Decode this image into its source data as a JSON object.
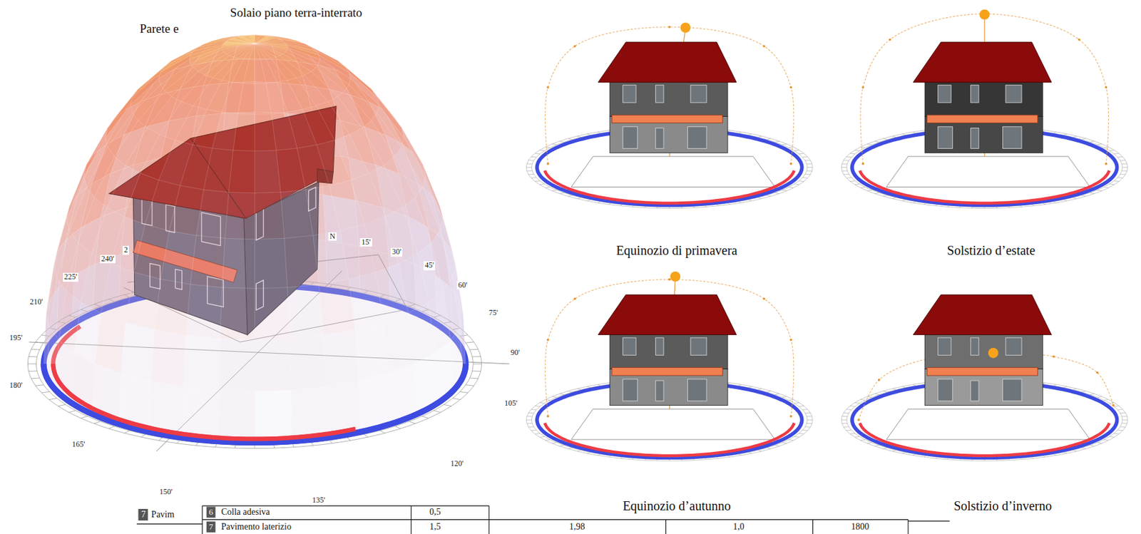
{
  "diagram": {
    "labels": [
      "Solaio piano terra-interrato",
      "Parete e",
      "N",
      "15'",
      "30'",
      "45'",
      "60'",
      "75'",
      "90'",
      "105'",
      "120'",
      "135'",
      "150'",
      "165'",
      "180'",
      "195'",
      "210'",
      "225'",
      "240'",
      "2",
      "Equinozio di primavera",
      "Solstizio d’estate",
      "Equinozio d’autunno",
      "Solstizio d’inverno",
      "7",
      "Pavim",
      "6",
      "Colla adesiva",
      "0,5",
      "7",
      "Pavimento laterizio",
      "1,5",
      "1,98",
      "1,0",
      "1800"
    ]
  }
}
